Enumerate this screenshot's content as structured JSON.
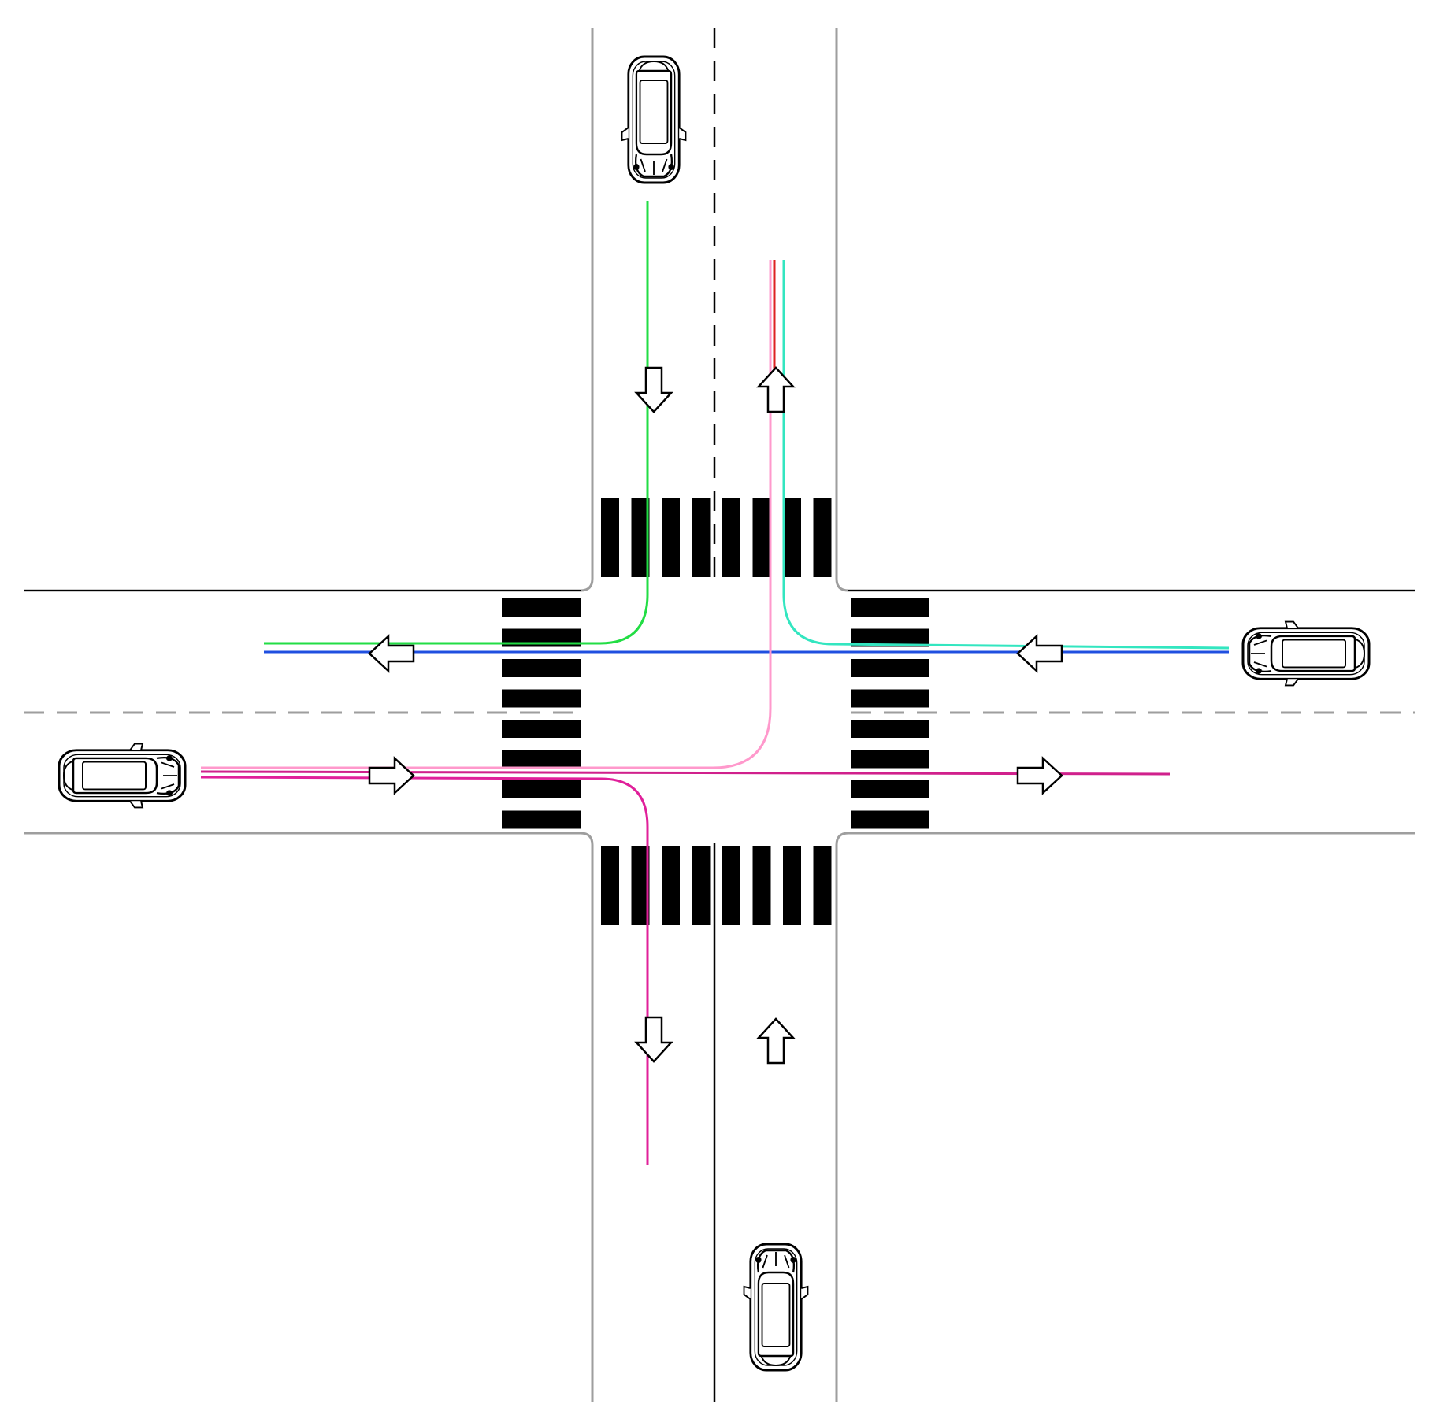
{
  "diagram": {
    "type": "four-way intersection with vehicle trajectories",
    "colors": {
      "background": "#ffffff",
      "road_edge": "#000000",
      "road_edge_gray": "#9e9e9e",
      "centerline_dashed": "#000000",
      "centerline_gray": "#9e9e9e",
      "crosswalk": "#000000",
      "arrow_fill": "#ffffff",
      "arrow_stroke": "#000000",
      "car_body": "#ffffff",
      "car_outline": "#000000"
    },
    "vehicles": [
      {
        "name": "car-north",
        "heading": "south"
      },
      {
        "name": "car-east",
        "heading": "west"
      },
      {
        "name": "car-west",
        "heading": "east"
      },
      {
        "name": "car-south",
        "heading": "north"
      }
    ],
    "lane_arrows": [
      {
        "name": "arrow-north-southbound",
        "direction": "down"
      },
      {
        "name": "arrow-north-northbound",
        "direction": "up"
      },
      {
        "name": "arrow-west-westbound",
        "direction": "left"
      },
      {
        "name": "arrow-west-eastbound",
        "direction": "right"
      },
      {
        "name": "arrow-east-westbound",
        "direction": "left"
      },
      {
        "name": "arrow-east-eastbound",
        "direction": "right"
      },
      {
        "name": "arrow-south-southbound",
        "direction": "down"
      },
      {
        "name": "arrow-south-northbound",
        "direction": "up"
      }
    ],
    "trajectories": [
      {
        "name": "trajectory-south-to-west",
        "color": "#22dd44",
        "from": "north",
        "maneuver": "right-turn"
      },
      {
        "name": "trajectory-east-straight",
        "color": "#1f4fe0",
        "from": "east",
        "maneuver": "straight"
      },
      {
        "name": "trajectory-east-to-north",
        "color": "#33e6c0",
        "from": "east",
        "maneuver": "right-turn"
      },
      {
        "name": "trajectory-west-to-north",
        "color": "#ff99cc",
        "from": "west",
        "maneuver": "left-turn"
      },
      {
        "name": "trajectory-west-to-north-red",
        "color": "#dd2222",
        "from": "west",
        "maneuver": "left-turn"
      },
      {
        "name": "trajectory-west-straight",
        "color": "#d0208c",
        "from": "west",
        "maneuver": "straight"
      },
      {
        "name": "trajectory-west-to-south",
        "color": "#e0209a",
        "from": "west",
        "maneuver": "right-turn"
      }
    ]
  }
}
